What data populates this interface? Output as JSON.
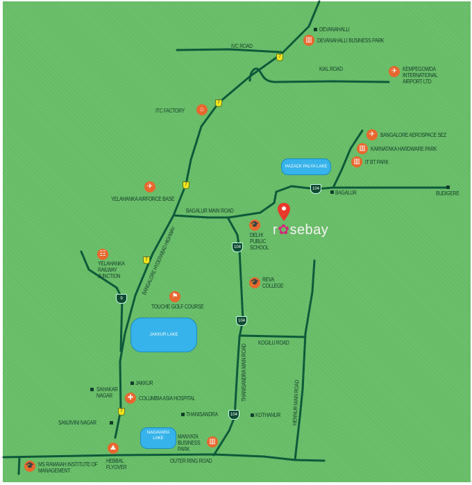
{
  "brand": {
    "name_prefix": "r",
    "name_mark": "✿",
    "name_suffix": "sebay",
    "pin_color": "#e8392a",
    "mark_color": "#d02a7a"
  },
  "colors": {
    "background": "#6cbf6b",
    "road": "#0d5a3a",
    "poi_icon": "#e8672e",
    "lake": "#36b3ea",
    "state_highway_shield": "#f2e31c"
  },
  "roads": {
    "ivc": "IVC ROAD",
    "kial": "KIAL ROAD",
    "bagalur": "BAGALUR MAIN ROAD",
    "highway": "BANGALORE HYDERABAD HIGHWAY",
    "kogilu": "KOGILU ROAD",
    "thanisandra": "THANISANDRA MAIN ROAD",
    "hennur": "HENNUR MAIN ROAD",
    "orr": "OUTER RING ROAD"
  },
  "shields": {
    "nh": "7",
    "sh9": "9",
    "sh104": "104"
  },
  "lakes": {
    "hazack": "HAZACK PALYA LAKE",
    "jakkur": "JAKKUR LAKE",
    "nagavara_1": "NAGAVARA",
    "nagavara_2": "LAKE"
  },
  "places": [
    {
      "name": "DEVANAHALLI",
      "icon": "dot"
    },
    {
      "name": "DEVANAHALLI BUSINESS PARK",
      "icon": "building-icon"
    },
    {
      "name": "KEMPEGOWDA INTERNATIONAL AIRPORT LTD",
      "icon": "airplane-icon"
    },
    {
      "name": "ITC FACTORY",
      "icon": "factory-icon"
    },
    {
      "name": "BANGALORE AEROSPACE SEZ",
      "icon": "airplane-icon"
    },
    {
      "name": "KARNATAKA HARDWARE PARK",
      "icon": "building-icon"
    },
    {
      "name": "IT BT PARK",
      "icon": "building-icon"
    },
    {
      "name": "BAGALUR",
      "icon": "dot"
    },
    {
      "name": "BUDIGERE",
      "icon": "dot"
    },
    {
      "name": "YELAHANKA AIRFORCE BASE",
      "icon": "airplane-icon"
    },
    {
      "name": "DELHI PUBLIC SCHOOL",
      "icon": "graduation-cap-icon"
    },
    {
      "name": "YELAHANKA RAILWAY JUNCTION",
      "icon": "railway-icon"
    },
    {
      "name": "REVA COLLEGE",
      "icon": "graduation-cap-icon"
    },
    {
      "name": "TOUCHE GOLF COURSE",
      "icon": "golf-icon"
    },
    {
      "name": "SAHAKAR NAGAR",
      "icon": "dot"
    },
    {
      "name": "JAKKUR",
      "icon": "dot"
    },
    {
      "name": "COLUMBIA ASIA HOSPITAL",
      "icon": "hospital-cross-icon"
    },
    {
      "name": "THANISANDRA",
      "icon": "dot"
    },
    {
      "name": "KOTHANUR",
      "icon": "dot"
    },
    {
      "name": "SANJIVINI NAGAR",
      "icon": "dot"
    },
    {
      "name": "MANYATA BUSINESS PARK",
      "icon": "building-icon"
    },
    {
      "name": "HEBBAL FLYOVER",
      "icon": "flyover-icon"
    },
    {
      "name": "MS RAMAIAH INSTITUTE OF MANAGEMENT",
      "icon": "graduation-cap-icon"
    }
  ]
}
